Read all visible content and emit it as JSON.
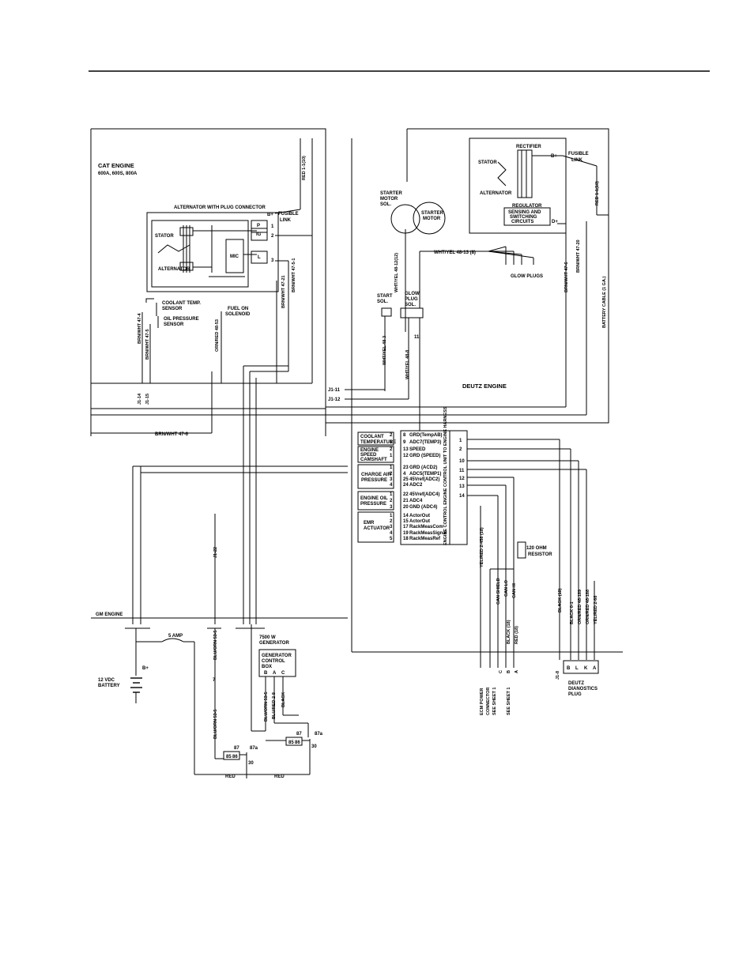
{
  "labels": {
    "cat_engine_title": "CAT ENGINE",
    "cat_engine_models": "600A, 600S, 800A",
    "alternator_with_plug": "ALTERNATOR WITH PLUG CONNECTOR",
    "b_plus": "B+",
    "fusible": "FUSIBLE",
    "link": "LINK",
    "stator": "STATOR",
    "alternator": "ALTERNATOR",
    "mic": "MIC",
    "p": "P",
    "ig": "IG",
    "l": "L",
    "n1": "1",
    "n2": "2",
    "n3": "3",
    "red_1_10": "RED 1-1(10)",
    "coolant_temp_sensor_1": "COOLANT TEMP.",
    "coolant_temp_sensor_2": "SENSOR",
    "oil_pressure_sensor_1": "OIL PRESSURE",
    "oil_pressure_sensor_2": "SENSOR",
    "fuel_on_1": "FUEL ON",
    "fuel_on_2": "SOLENOID",
    "brn_wht_47_4": "BRN/WHT 47-4",
    "brn_wht_47_5": "BRN/WHT 47-5",
    "orn_red_48_53": "ORN/RED 48-53",
    "brn_wht_47_21": "BRN/WHT 47-21",
    "brn_wht_47_5_1": "BRN/WHT 47-5-1",
    "j1_14": "J1-14",
    "j1_15": "J1-15",
    "brn_wht_47_6": "BRN/WHT 47-6",
    "starter_motor_sol_1": "STARTER",
    "starter_motor_sol_2": "MOTOR",
    "starter_motor_sol_3": "SOL.",
    "starter_motor_1": "STARTER",
    "starter_motor_2": "MOTOR",
    "wht_yel_48_12": "WHT/YEL 48-12(12)",
    "wht_yel_48_13": "WHT/YEL 48-13 (8)",
    "start_sol_1": "START",
    "start_sol_2": "SOL.",
    "glow_plug_sol_1": "GLOW",
    "glow_plug_sol_2": "PLUG",
    "glow_plug_sol_3": "SOL.",
    "glow_plugs": "GLOW PLUGS",
    "wht_yel_48_3": "WHT/YEL 48-3",
    "wht_yel_48_8": "WHT/YEL 48-8",
    "n11": "11",
    "j1_11": "J1-11",
    "j1_12": "J1-12",
    "deutz_engine": "DEUTZ ENGINE",
    "rectifier": "RECTIFIER",
    "sensing_1": "SENSING AND",
    "sensing_2": "SWITCHING",
    "sensing_3": "CIRCUITS",
    "regulator": "REGULATOR",
    "d_plus": "D+",
    "brn_wht_47_6b": "BRN/WHT 47-6",
    "brn_wht_47_20": "BRN/WHT 47-20",
    "red_1_10b": "RED 1-1(10)",
    "battery_cable": "BATTERY CABLE (1 GA.)",
    "coolant_temperature_1": "COOLANT",
    "coolant_temperature_2": "TEMPERATURE",
    "engine_speed_1": "ENGINE",
    "engine_speed_2": "SPEED",
    "engine_speed_3": "CAMSHAFT",
    "charge_air_1": "CHARGE AIR",
    "charge_air_2": "PRESSURE",
    "engine_oil_1": "ENGINE OIL",
    "engine_oil_2": "PRESSURE",
    "emr_1": "EMR",
    "emr_2": "ACTUATOR",
    "ecu_vertical": "ENGINE CONTROL ENGINE CONTROL UNIT TO ENGINE HARNESS",
    "resistor_1": "120 OHM",
    "resistor_2": "RESISTOR",
    "yel_red": "YEL/RED 2-458 (18)",
    "can_shield": "CAN SHIELD",
    "can_lo": "CAN LO",
    "can_hi": "CAN HI",
    "black_18": "BLACK (18)",
    "red_18": "RED (18)",
    "black_18b": "BLACK (18)",
    "black_0_1": "BLACK 0-1",
    "orn_red_48_189": "ORN/RED 48-189",
    "orn_red_48_188": "ORN/RED 48-188",
    "yel_red_2_68": "YEL/RED 2-68",
    "c": "C",
    "b": "B",
    "a": "A",
    "ecm_power_1": "ECM POWER",
    "ecm_power_2": "CONNECTOR",
    "ecm_power_3": "SEE SHEET 1",
    "see_sheet_1": "SEE SHEET 1",
    "j1_8": "J1-8",
    "deutz_diag_1": "DEUTZ",
    "deutz_diag_2": "DIANOSTICS",
    "deutz_diag_3": "PLUG",
    "diag_b": "B",
    "diag_l": "L",
    "diag_k": "K",
    "diag_a": "A",
    "j1_22": "J1-22",
    "gm_engine": "GM ENGINE",
    "five_amp": "5 AMP",
    "b_plus_bat": "B+",
    "battery_1": "12 VDC",
    "battery_2": "BATTERY",
    "blu_orn_53_5": "BLU/ORN 53-5",
    "blu_orn_53_5b": "BLU/ORN 53-5",
    "blu_orn_53_5c": "BLU/ORN 53-5",
    "n7": "7",
    "generator_1": "7500 W",
    "generator_2": "GENERATOR",
    "gen_box_1": "GENERATOR",
    "gen_box_2": "CONTROL",
    "gen_box_3": "BOX",
    "gen_b": "B",
    "gen_a": "A",
    "gen_c": "C",
    "blu_red": "BLU/RED 2-8",
    "black_g": "BLACK",
    "relay1_87": "87",
    "relay1_87a": "87a",
    "relay1_30": "30",
    "relay1_85": "85",
    "relay1_86": "86",
    "relay2_87": "87",
    "relay2_87a": "87a",
    "relay2_30": "30",
    "relay2_85": "85",
    "relay2_86": "86",
    "red_a": "RED",
    "red_b": "RED"
  },
  "ecu_pins": [
    {
      "num": "8",
      "name": "GRD(TempAB)"
    },
    {
      "num": "9",
      "name": "ADC7(TEMP3)"
    },
    {
      "num": "13",
      "name": "SPEED"
    },
    {
      "num": "12",
      "name": "GRD (SPEED)"
    },
    {
      "num": "23",
      "name": "GRD (ACD2)"
    },
    {
      "num": "4",
      "name": "ADC5(TEMP1)"
    },
    {
      "num": "25",
      "name": "45Vref(ADC2)"
    },
    {
      "num": "24",
      "name": "ADC2"
    },
    {
      "num": "22",
      "name": "45Vref(ADC4)"
    },
    {
      "num": "21",
      "name": "ADC4"
    },
    {
      "num": "20",
      "name": "GND (ADC4)"
    },
    {
      "num": "14",
      "name": "ActorOut"
    },
    {
      "num": "15",
      "name": "ActorOut"
    },
    {
      "num": "17",
      "name": "RackMeasCom"
    },
    {
      "num": "19",
      "name": "RackMeasSignal"
    },
    {
      "num": "18",
      "name": "RackMeasRef"
    }
  ],
  "sensor_pins": [
    "2",
    "1",
    "2",
    "1",
    "1",
    "2",
    "3",
    "4",
    "1",
    "2",
    "3",
    "1",
    "2",
    "3",
    "4",
    "5"
  ],
  "right_pins": [
    "1",
    "2",
    "10",
    "11",
    "12",
    "13",
    "14"
  ]
}
